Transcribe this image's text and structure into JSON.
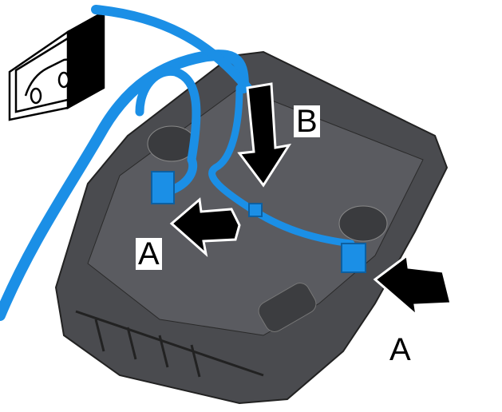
{
  "labels": {
    "b": "B",
    "a1": "A",
    "a2": "A"
  },
  "colors": {
    "cable": "#1b8fe6",
    "housing": "#3e3f42",
    "arrow": "#000000"
  },
  "icons": [
    "vehicle-front-view-icon"
  ]
}
